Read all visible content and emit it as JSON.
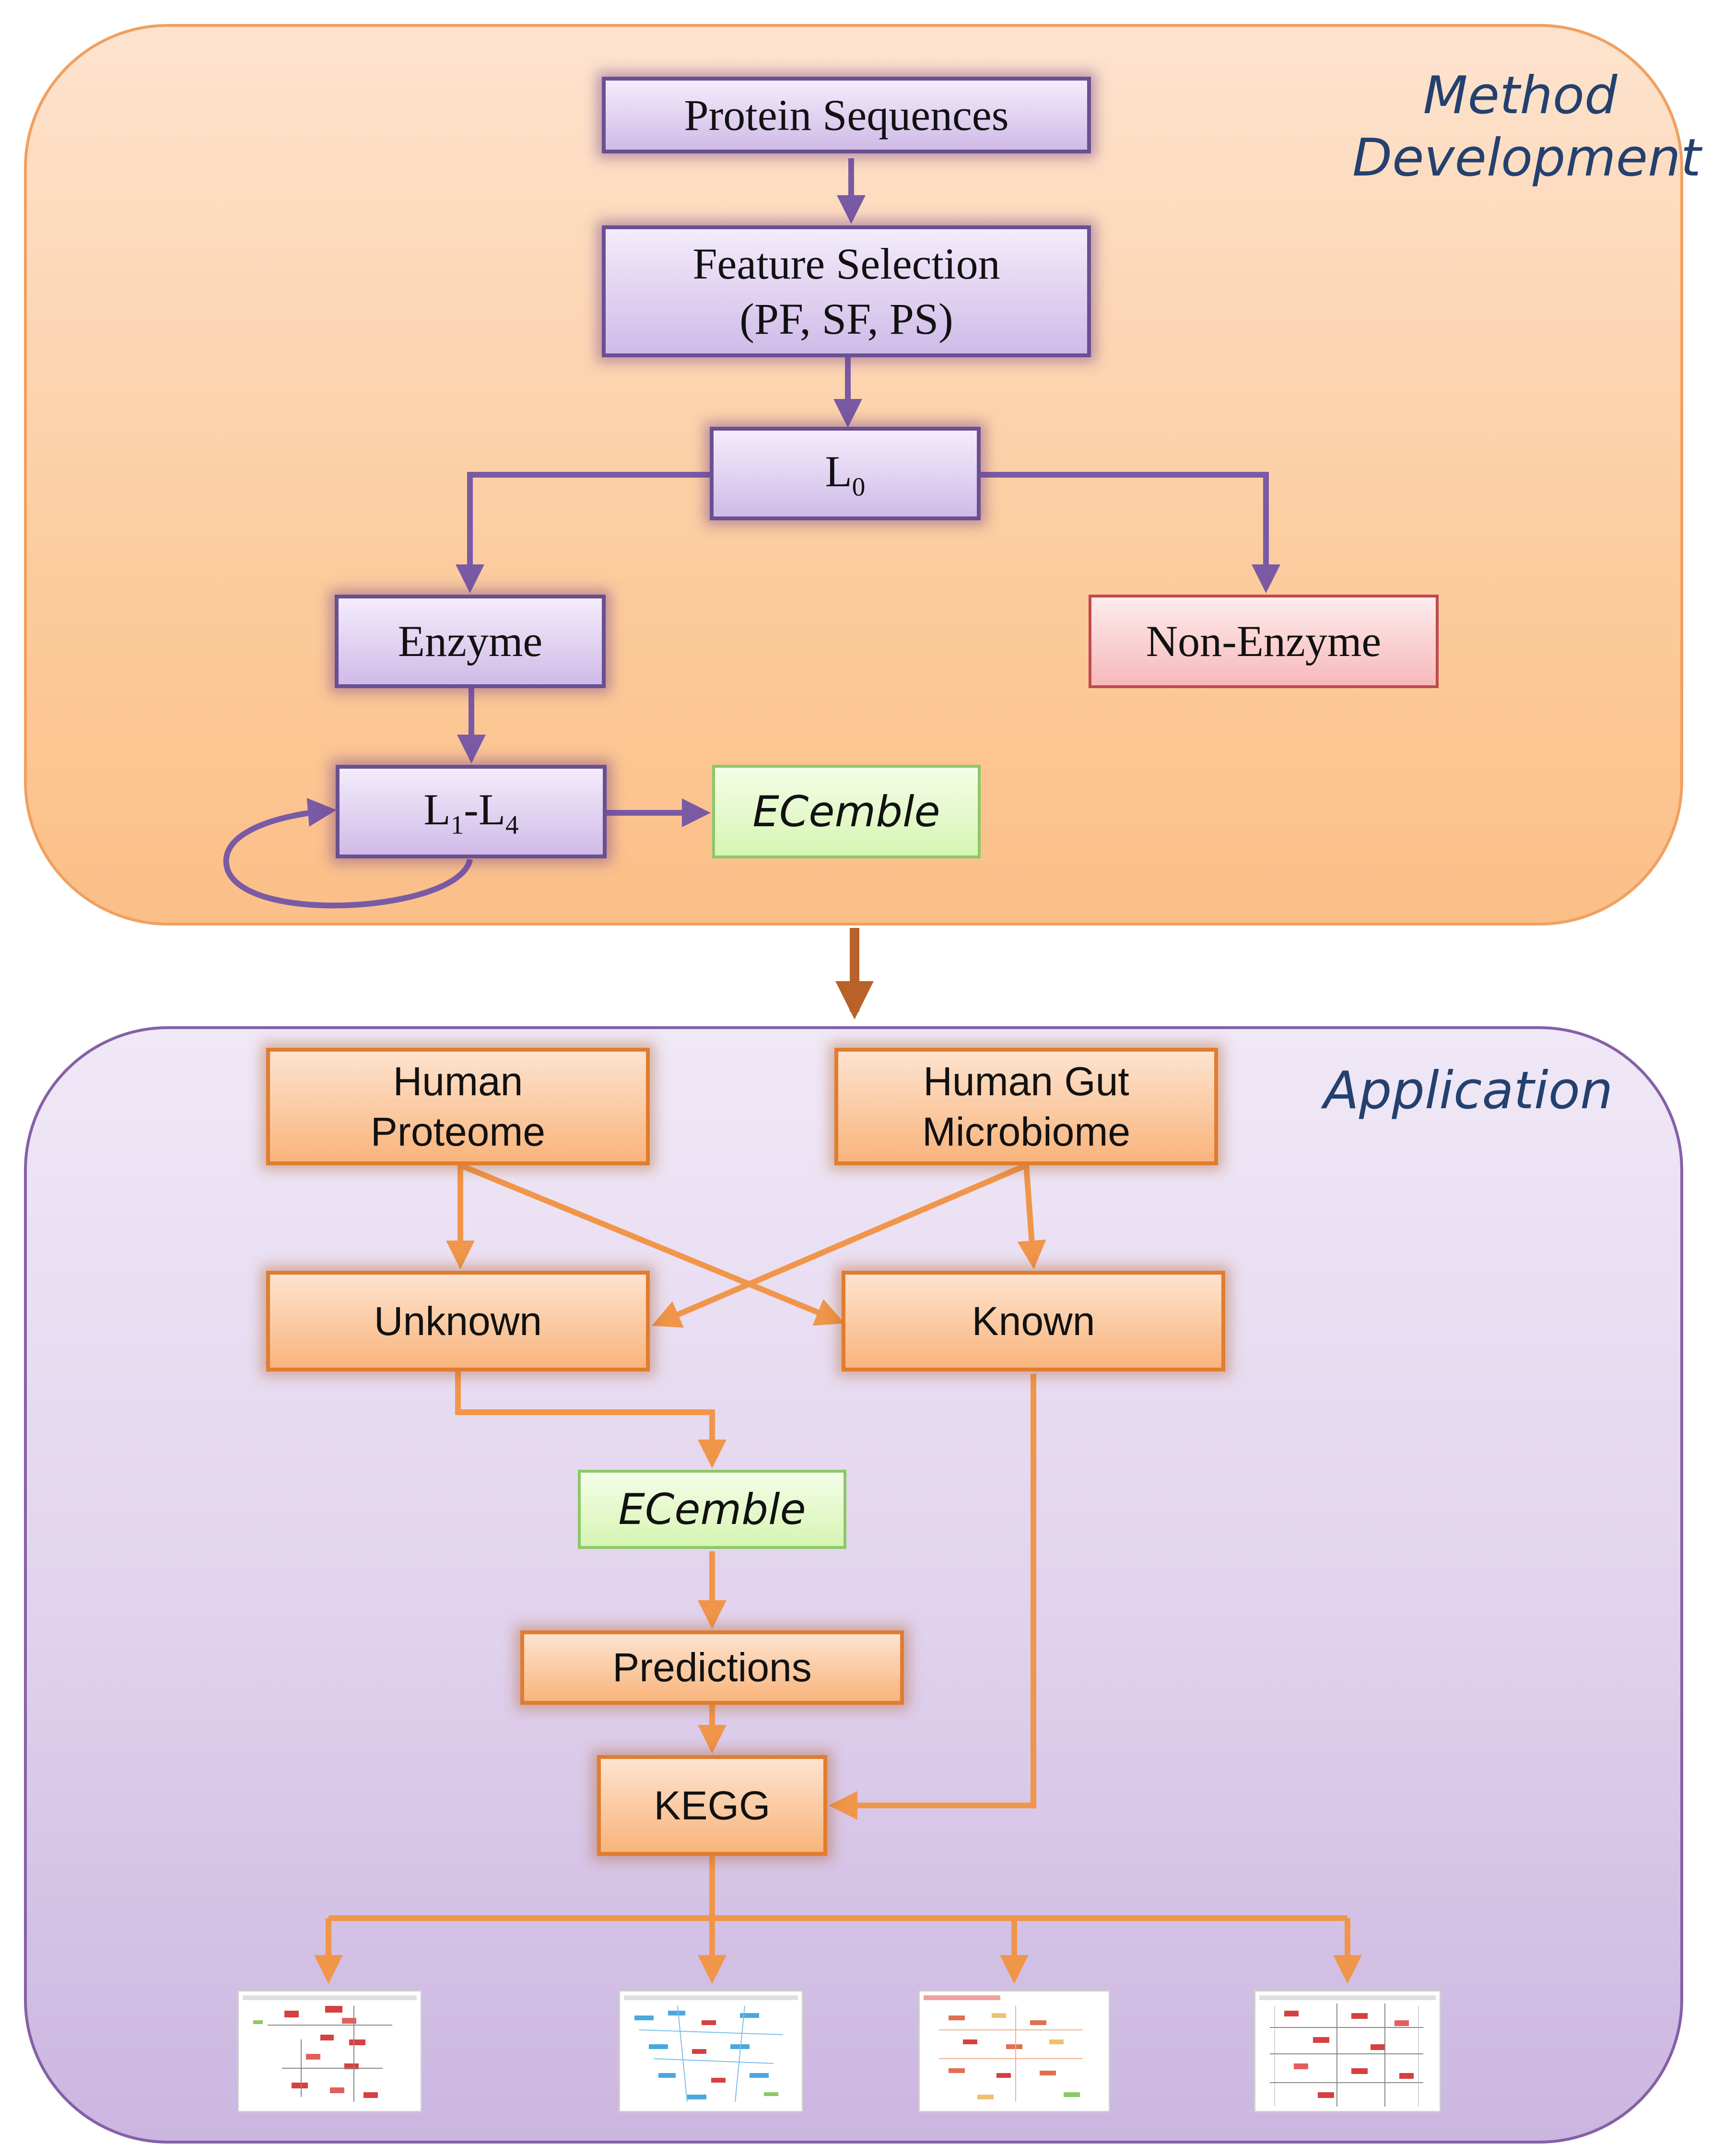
{
  "sections": {
    "method_development": {
      "title_line1": "Method",
      "title_line2": "Development"
    },
    "application": {
      "title": "Application"
    }
  },
  "method": {
    "protein_sequences": "Protein Sequences",
    "feature_selection_line1": "Feature Selection",
    "feature_selection_line2": "(PF, SF, PS)",
    "l0": {
      "base": "L",
      "sub": "0"
    },
    "enzyme": "Enzyme",
    "non_enzyme": "Non-Enzyme",
    "l1_l4": {
      "base1": "L",
      "sub1": "1",
      "dash": "-",
      "base2": "L",
      "sub2": "4"
    },
    "ecemble": "ECemble"
  },
  "application": {
    "human_proteome_line1": "Human",
    "human_proteome_line2": "Proteome",
    "human_gut_line1": "Human Gut",
    "human_gut_line2": "Microbiome",
    "unknown": "Unknown",
    "known": "Known",
    "ecemble": "ECemble",
    "predictions": "Predictions",
    "kegg": "KEGG"
  },
  "colors": {
    "purple_arrow": "#7a5aa4",
    "orange_arrow": "#f0964a",
    "brown_arrow": "#b8622a"
  },
  "pathway_maps": [
    {
      "icon": "pathway-map-thumbnail",
      "accent": "#d64040"
    },
    {
      "icon": "pathway-map-thumbnail",
      "accent": "#4aa8e0"
    },
    {
      "icon": "pathway-map-thumbnail",
      "accent": "#e07050"
    },
    {
      "icon": "pathway-map-thumbnail",
      "accent": "#d64040"
    }
  ]
}
